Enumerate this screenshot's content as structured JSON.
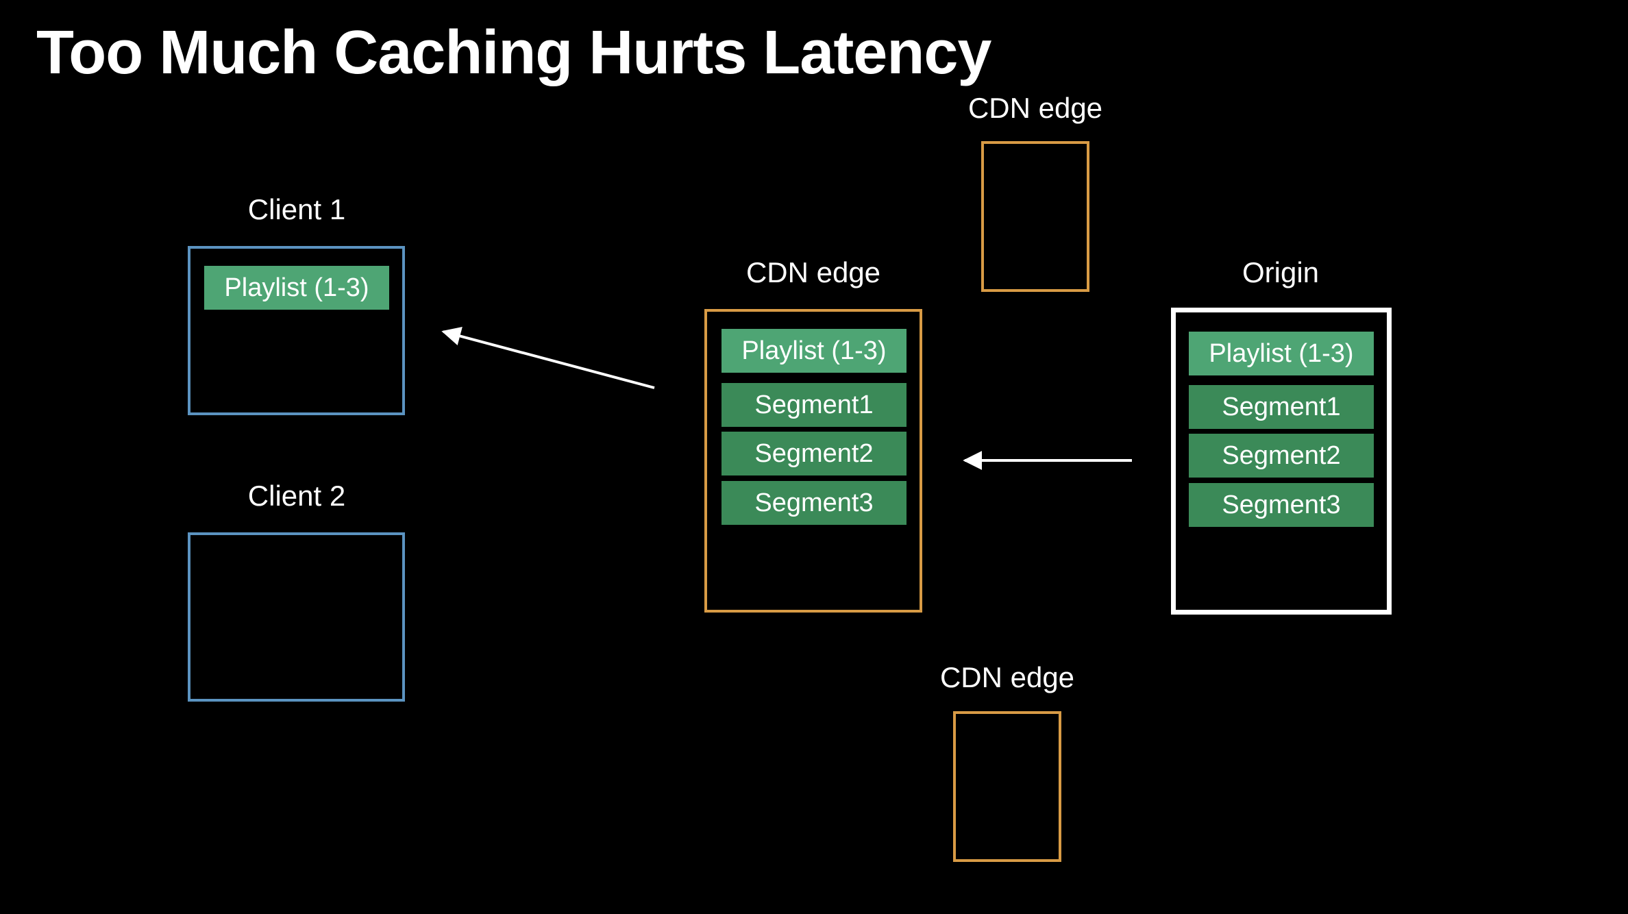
{
  "slide": {
    "title": "Too Much Caching Hurts Latency"
  },
  "clients": [
    {
      "label": "Client 1",
      "items": [
        "Playlist (1-3)"
      ]
    },
    {
      "label": "Client 2",
      "items": []
    }
  ],
  "cdn_edges": {
    "top": {
      "label": "CDN edge",
      "items": []
    },
    "main": {
      "label": "CDN edge",
      "items": [
        "Playlist (1-3)",
        "Segment1",
        "Segment2",
        "Segment3"
      ]
    },
    "bottom": {
      "label": "CDN edge",
      "items": []
    }
  },
  "origin": {
    "label": "Origin",
    "items": [
      "Playlist (1-3)",
      "Segment1",
      "Segment2",
      "Segment3"
    ]
  },
  "colors": {
    "background": "#000000",
    "client_border": "#5b93c0",
    "cdn_border": "#d89b45",
    "origin_border": "#ffffff",
    "playlist_fill": "#4ea574",
    "segment_fill": "#3b8a58",
    "arrow": "#ffffff"
  }
}
